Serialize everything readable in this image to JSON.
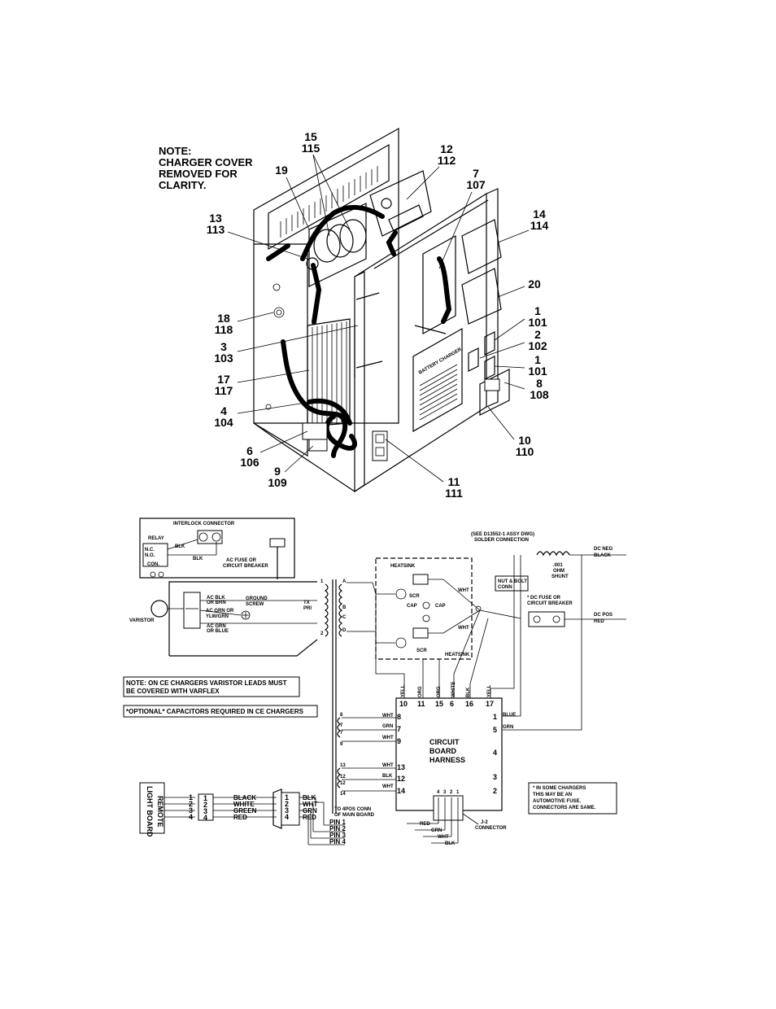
{
  "note": [
    "NOTE:",
    "CHARGER COVER",
    "REMOVED FOR",
    "CLARITY."
  ],
  "callouts": [
    {
      "id": "c15",
      "a": "15",
      "b": "115"
    },
    {
      "id": "c12",
      "a": "12",
      "b": "112"
    },
    {
      "id": "c19",
      "a": "19",
      "b": ""
    },
    {
      "id": "c7",
      "a": "7",
      "b": "107"
    },
    {
      "id": "c13",
      "a": "13",
      "b": "113"
    },
    {
      "id": "c14",
      "a": "14",
      "b": "114"
    },
    {
      "id": "c20",
      "a": "20",
      "b": ""
    },
    {
      "id": "c18",
      "a": "18",
      "b": "118"
    },
    {
      "id": "c1a",
      "a": "1",
      "b": "101"
    },
    {
      "id": "c3",
      "a": "3",
      "b": "103"
    },
    {
      "id": "c2",
      "a": "2",
      "b": "102"
    },
    {
      "id": "c1b",
      "a": "1",
      "b": "101"
    },
    {
      "id": "c17",
      "a": "17",
      "b": "117"
    },
    {
      "id": "c8",
      "a": "8",
      "b": "108"
    },
    {
      "id": "c4",
      "a": "4",
      "b": "104"
    },
    {
      "id": "c10",
      "a": "10",
      "b": "110"
    },
    {
      "id": "c6",
      "a": "6",
      "b": "106"
    },
    {
      "id": "c9",
      "a": "9",
      "b": "109"
    },
    {
      "id": "c11",
      "a": "11",
      "b": "111"
    }
  ],
  "panel_label": "BATTERY CHARGER",
  "schematic": {
    "interlock_connector": "INTERLOCK CONNECTOR",
    "relay": "RELAY",
    "nc": "N.C.",
    "no": "N.O.",
    "con": "CON.",
    "blk": "BLK",
    "ac_fuse": [
      "AC FUSE OR",
      "CIRCUIT BREAKER"
    ],
    "ac_blk": [
      "AC BLK",
      "OR BRN"
    ],
    "ground_screw": [
      "GROUND",
      "SCREW"
    ],
    "ac_grn": [
      "AC GRN OR",
      "YLW/GRN"
    ],
    "ac_grn2": [
      "AC GRN",
      "OR BLUE"
    ],
    "varistor": "VARISTOR",
    "tx_pri": [
      "TX",
      "PRI"
    ],
    "tx_1": "1",
    "tx_2": "2",
    "sec_a": "A",
    "sec_b": "B",
    "sec_c": "C",
    "sec_d": "D",
    "heatsink": "HEATSINK",
    "scr": "SCR",
    "cap": "CAP",
    "wht": "WHT",
    "nut_bolt": [
      "NUT & BOLT",
      "CONN"
    ],
    "solder": [
      "(SEE D13552-1 ASSY DWG)",
      "SOLDER CONNECTION"
    ],
    "shunt": [
      ".001",
      "OHM",
      "SHUNT"
    ],
    "dc_neg": [
      "DC NEG",
      "BLACK"
    ],
    "dc_fuse": [
      "* DC FUSE OR",
      "CIRCUIT BREAKER"
    ],
    "dc_pos": [
      "DC POS",
      "RED"
    ],
    "ce_note": [
      "NOTE: ON CE CHARGERS VARISTOR LEADS MUST",
      "BE COVERED WITH VARFLEX"
    ],
    "optional_note": "*OPTIONAL* CAPACITORS REQUIRED IN CE CHARGERS",
    "harness_top_labels": [
      "YELL",
      "ORG",
      "ORG",
      "WHITE",
      "BLK",
      "YELL"
    ],
    "harness_top_pins": [
      "10",
      "11",
      "15",
      "6",
      "16",
      "17"
    ],
    "harness_left_pins": [
      "8",
      "7",
      "9",
      "13",
      "12",
      "14"
    ],
    "harness_left_wires": [
      "WHT",
      "GRN",
      "WHT",
      "WHT",
      "BLK",
      "WHT"
    ],
    "winding_labels": [
      "8",
      "7",
      "7",
      "9",
      "13",
      "12",
      "12",
      "14"
    ],
    "harness_right_pins": [
      "1",
      "5",
      "4",
      "3",
      "2"
    ],
    "blue": "BLUE",
    "grn": "GRN",
    "harness_title": [
      "CIRCUIT",
      "BOARD",
      "HARNESS"
    ],
    "some_chargers": [
      "* IN SOME CHARGERS",
      "THIS MAY BE AN",
      "AUTOMOTIVE FUSE.",
      "CONNECTORS ARE SAME."
    ],
    "j2_pins": [
      "4",
      "3",
      "2",
      "1"
    ],
    "j2_wires": [
      "RED",
      "GRN",
      "WHT",
      "BLK"
    ],
    "j2_label": [
      "J-2",
      "CONNECTOR"
    ],
    "remote_light_board": [
      "REMOTE",
      "LIGHT BOARD"
    ],
    "remote_pins": [
      "1",
      "2",
      "3",
      "4"
    ],
    "remote_wires": [
      "BLACK",
      "WHITE",
      "GREEN",
      "RED"
    ],
    "conn_wires": [
      "BLK",
      "WHT",
      "GRN",
      "RED"
    ],
    "to_4pos": [
      "TO 4POS CONN",
      "OF MAIN BOARD"
    ],
    "main_pins": [
      "PIN 1",
      "PIN 2",
      "PIN 3",
      "PIN 4"
    ]
  }
}
